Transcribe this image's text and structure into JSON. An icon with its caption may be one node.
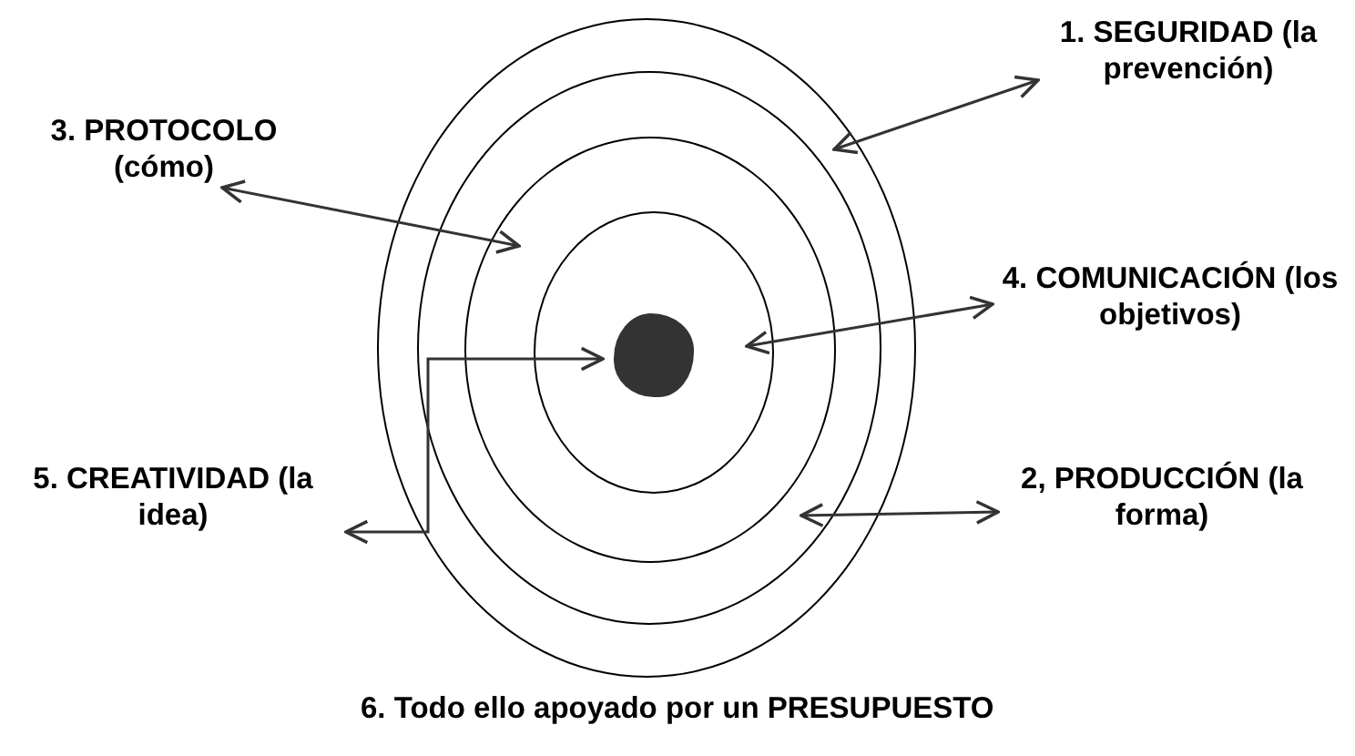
{
  "diagram": {
    "nodes": [
      {
        "text": [
          "1. SEGURIDAD (la prevención)"
        ]
      },
      {
        "text": [
          "3. PROTOCOLO (cómo)"
        ]
      },
      {
        "text": [
          "4. COMUNICACIÓN (los objetivos)"
        ]
      },
      {
        "text": [
          "5. CREATIVIDAD (la idea)"
        ]
      },
      {
        "text": [
          "2, PRODUCCIÓN (la forma)"
        ]
      },
      {
        "text": [],
        "shape": "circle"
      },
      {
        "text": [],
        "shape": "circle",
        "in": 5
      },
      {
        "text": [],
        "shape": "circle",
        "in": 6
      },
      {
        "text": [],
        "shape": "circle",
        "in": 7
      },
      {
        "text": [],
        "shape": "cloud",
        "in": 8
      }
    ],
    "edges": [
      {
        "from": 0,
        "to": 5,
        "arrow": "both"
      },
      {
        "from": 1,
        "to": 7,
        "arrow": "both"
      },
      {
        "from": 2,
        "to": 8,
        "arrow": "both"
      },
      {
        "from": 3,
        "to": 9,
        "arrow": "both"
      },
      {
        "from": 4,
        "to": 6,
        "arrow": "both"
      }
    ],
    "labels": [
      "6. Todo ello apoyado por un PRESUPUESTO"
    ]
  }
}
